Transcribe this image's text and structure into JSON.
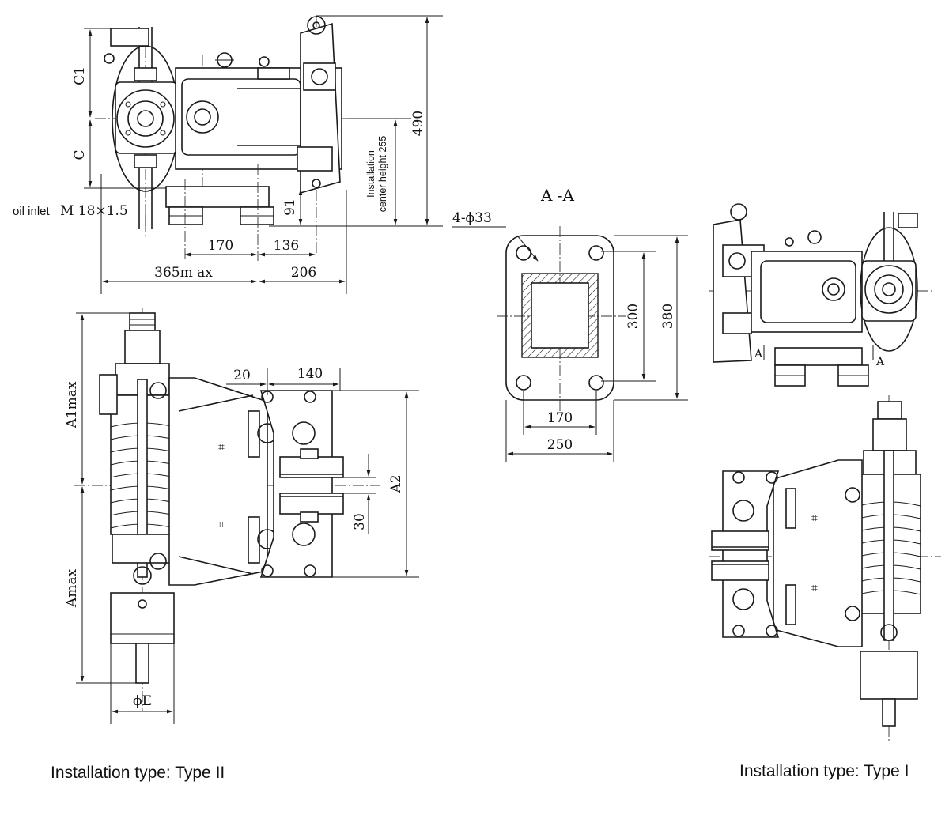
{
  "top_left_view": {
    "dims": {
      "c1": "C1",
      "c": "C",
      "d490": "490",
      "install_height_line1": "Installation",
      "install_height_line2": "center height 255",
      "d91": "91",
      "d170": "170",
      "d136": "136",
      "d365": "365m ax",
      "d206": "206"
    },
    "oil_inlet_label": "oil inlet",
    "oil_inlet_thread": "M 18×1.5"
  },
  "section_view": {
    "title": "A -A",
    "holes": "4-ϕ33",
    "d300": "300",
    "d380": "380",
    "d170": "170",
    "d250": "250"
  },
  "right_top_view": {
    "mark_left": "A",
    "mark_right": "A"
  },
  "bottom_left_view": {
    "a1max": "A1max",
    "amax": "Amax",
    "d20": "20",
    "d140": "140",
    "a2": "A2",
    "d30": "30",
    "phi_e": "ϕE"
  },
  "captions": {
    "type2": "Installation type: Type II",
    "type1": "Installation type: Type I"
  }
}
